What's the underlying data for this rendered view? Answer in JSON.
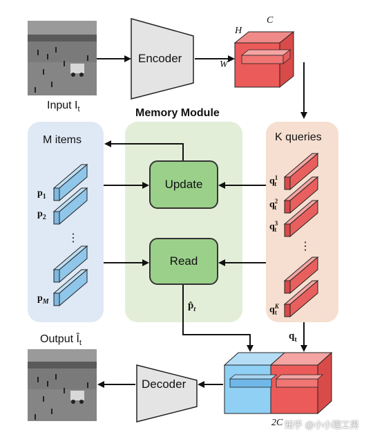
{
  "labels": {
    "input": "Input I",
    "input_sub": "t",
    "output": "Output Î",
    "output_sub": "t",
    "encoder": "Encoder",
    "decoder": "Decoder",
    "memory_module": "Memory Module",
    "update": "Update",
    "read": "Read",
    "m_items": "M items",
    "k_queries": "K queries",
    "dim_h": "H",
    "dim_c": "C",
    "dim_w": "W",
    "read_output": "p̂",
    "read_output_sub": "t",
    "queries_out": "q",
    "queries_out_sub": "t",
    "concat_dim": "2C"
  },
  "memory_items": [
    {
      "label": "p",
      "sub": "1"
    },
    {
      "label": "p",
      "sub": "2"
    },
    {
      "label": "⋮",
      "sub": ""
    },
    {
      "label": "p",
      "sub": "M"
    }
  ],
  "queries": [
    {
      "label": "q",
      "sub": "t",
      "sup": "1"
    },
    {
      "label": "q",
      "sub": "t",
      "sup": "2"
    },
    {
      "label": "q",
      "sub": "t",
      "sup": "3"
    },
    {
      "label": "⋮",
      "sub": "",
      "sup": ""
    },
    {
      "label": "q",
      "sub": "t",
      "sup": "K"
    }
  ],
  "watermark": "知乎 @小小理工男",
  "colors": {
    "memory_panel": "#dfe9f5",
    "module_panel": "#e3eed9",
    "query_panel": "#f6dfd0",
    "memory_item": "#8fc6ea",
    "query_item": "#e8605e",
    "box_green": "#9bd08b",
    "trapezoid": "#e4e4e4"
  }
}
